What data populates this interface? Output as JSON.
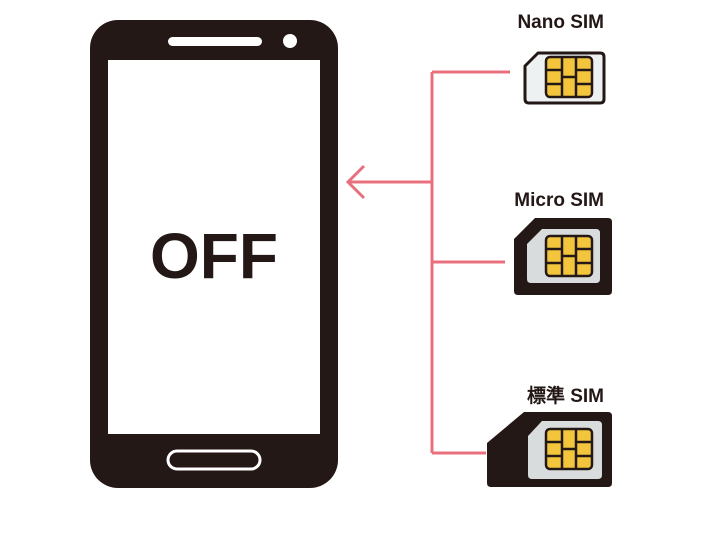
{
  "phone": {
    "screen_text": "OFF"
  },
  "sims": [
    {
      "label": "Nano SIM"
    },
    {
      "label": "Micro SIM"
    },
    {
      "label": "標準 SIM"
    }
  ],
  "colors": {
    "phone_body": "#231815",
    "screen": "#ffffff",
    "connector": "#e8707e",
    "chip": "#f2c53d",
    "chip_lines": "#231815",
    "nano_frame": "#eef1f2",
    "sim_card_dark": "#231815",
    "sim_inner": "#d9dcdd"
  }
}
